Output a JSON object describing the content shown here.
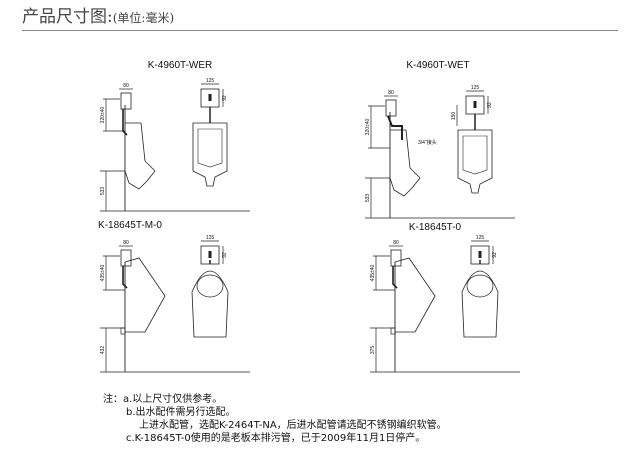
{
  "header": {
    "title": "产品尺寸图:",
    "unit": "(单位:毫米)"
  },
  "panels": [
    {
      "model": "K-4960T-WER",
      "type": "wallhung",
      "dims": {
        "top_width": "80",
        "front_width": "125",
        "front_height": "92",
        "flush_height": "320±40",
        "floor_height": "533"
      }
    },
    {
      "model": "K-4960T-WET",
      "type": "wallhung_pipe",
      "dims": {
        "top_width": "80",
        "front_width": "125",
        "front_height": "92",
        "front_offset": "150",
        "flush_height": "320±40",
        "connector": "3/4\"接头",
        "floor_height": "533"
      }
    },
    {
      "model": "K-18645T-M-0",
      "type": "pear",
      "dims": {
        "top_width": "80",
        "front_width": "125",
        "front_height": "92",
        "flush_height": "435±40",
        "floor_height": "432"
      }
    },
    {
      "model": "K-18645T-0",
      "type": "pear",
      "dims": {
        "top_width": "80",
        "front_width": "125",
        "front_height": "92",
        "flush_height": "435±40",
        "floor_height": "375"
      }
    }
  ],
  "notes": {
    "label": "注：",
    "a": "a.以上尺寸仅供参考。",
    "b": "b.出水配件需另行选配。",
    "b2": "上进水配管，选配K-2464T-NA，后进水配管请选配不锈钢编织软管。",
    "c": "c.K-18645T-0使用的是老板本排污管，已于2009年11月1日停产。"
  }
}
